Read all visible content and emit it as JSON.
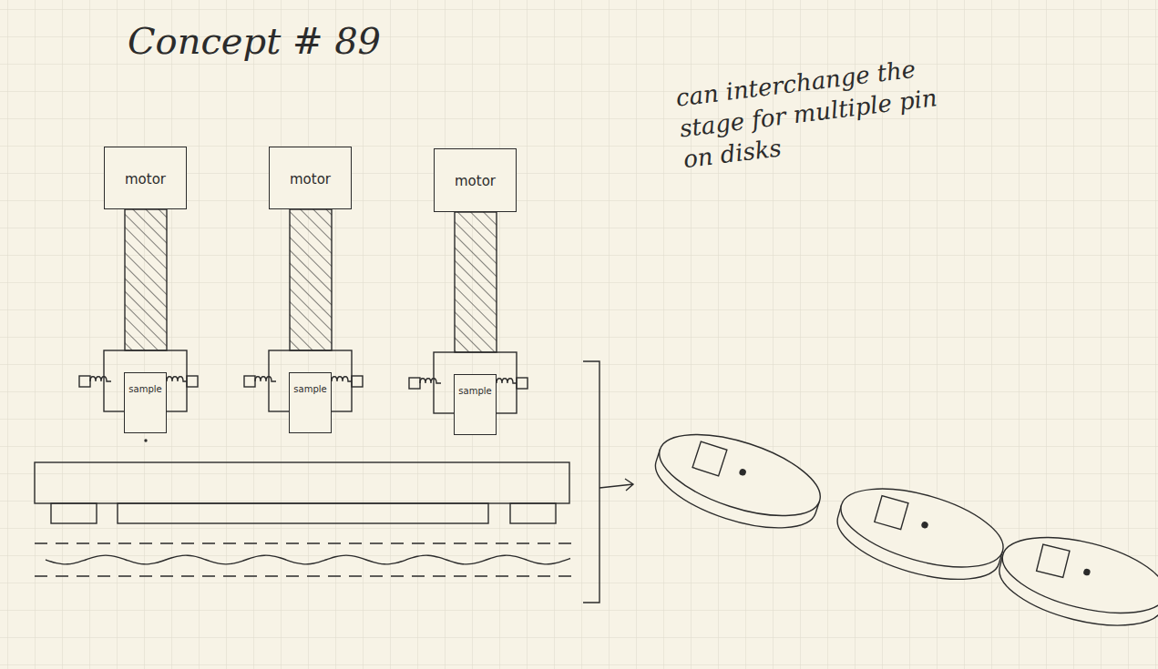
{
  "diagram": {
    "title": "Concept # 89",
    "nodes": [
      {
        "text": [
          "motor"
        ]
      },
      {
        "text": [
          "motor"
        ]
      },
      {
        "text": [
          "motor"
        ]
      },
      {
        "text": [
          "sample"
        ]
      },
      {
        "text": [
          "sample"
        ]
      },
      {
        "text": [
          "sample"
        ]
      }
    ],
    "labels": [
      "can interchange the stage for multiple pin on disks"
    ]
  }
}
